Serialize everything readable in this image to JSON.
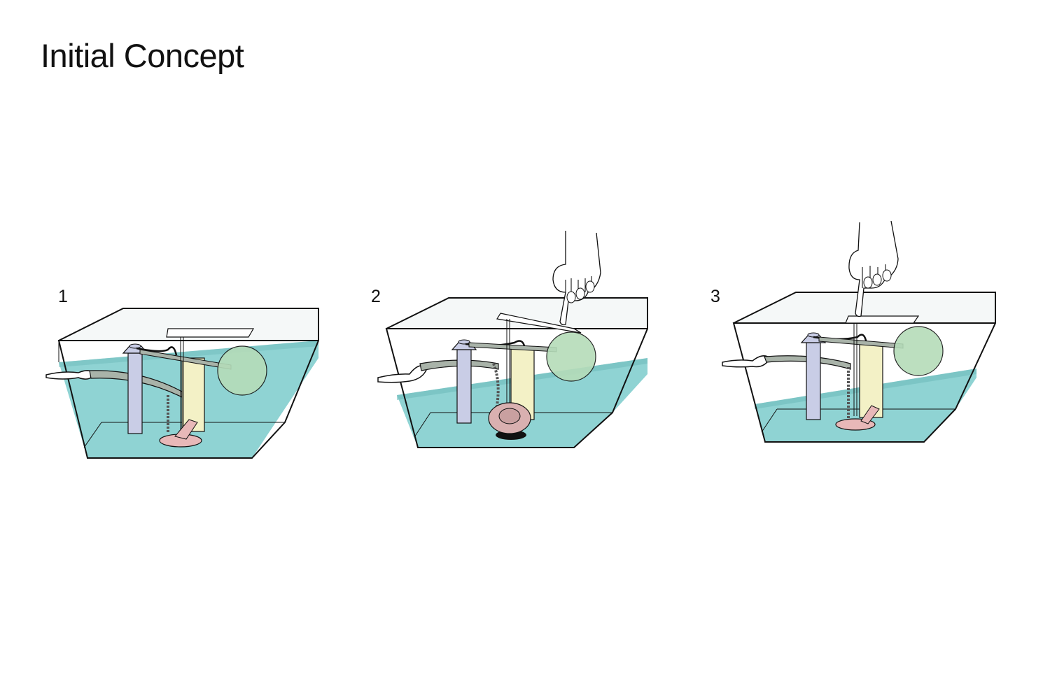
{
  "title": "Initial Concept",
  "steps": [
    {
      "label": "1",
      "water_level": "full",
      "flapper": "closed",
      "hand": false
    },
    {
      "label": "2",
      "water_level": "low",
      "flapper": "open",
      "hand": true
    },
    {
      "label": "3",
      "water_level": "refilling",
      "flapper": "closed",
      "hand": true
    }
  ],
  "colors": {
    "water": "#8fd3d3",
    "water_dark": "#6fbcbc",
    "tank_glass": "#f0f5f5",
    "overflow_tube": "#c9cde6",
    "fill_valve": "#f3f1c6",
    "float_ball": "#b5dcb9",
    "flapper": "#e8b8b8",
    "flush_arm": "#a9b3a9",
    "outline": "#111111"
  }
}
